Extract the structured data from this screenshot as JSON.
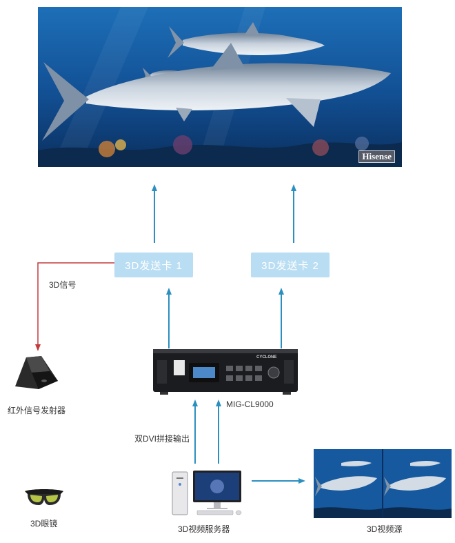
{
  "display": {
    "brand_text": "Hisense"
  },
  "cards": {
    "card1": "3D发送卡 1",
    "card2": "3D发送卡 2"
  },
  "labels": {
    "signal": "3D信号",
    "emitter": "红外信号发射器",
    "processor_model": "MIG-CL9000",
    "dvi_output": "双DVI拼接输出",
    "server": "3D视频服务器",
    "video_source": "3D视频源",
    "glasses": "3D眼镜"
  },
  "device": {
    "brand": "CYCLONE"
  },
  "colors": {
    "arrow": "#2b8fc0",
    "signal_line": "#c23a3a",
    "card_bg": "#b9ddf2",
    "water": "#0d3f7a"
  }
}
